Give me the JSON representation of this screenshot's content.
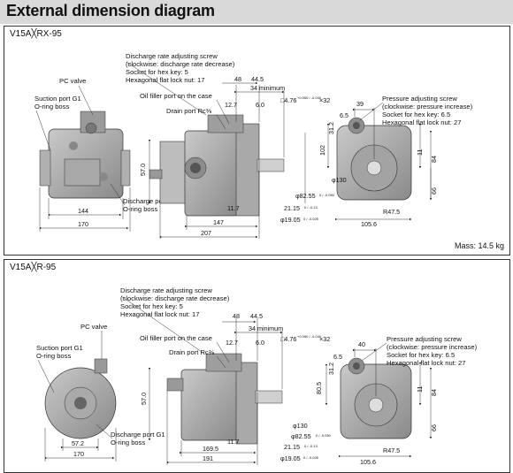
{
  "header": {
    "title": "External dimension diagram"
  },
  "panels": [
    {
      "model": "V15A╳RX-95",
      "mass": "Mass: 14.5 kg",
      "callouts": {
        "discharge_screw": [
          "Discharge rate adjusting screw",
          "(clockwise: discharge rate decrease)",
          "Socket for hex key: 5",
          "Hexagonal flat lock nut: 17"
        ],
        "pc_valve": "PC valve",
        "suction_port": [
          "Suction port G1",
          "O-ring boss"
        ],
        "oil_filler": "Oil filler port on the case",
        "drain_port": "Drain port Rc⅜",
        "discharge_port": [
          "Discharge port G1",
          "O-ring boss"
        ],
        "pressure_screw": [
          "Pressure adjusting screw",
          "(clockwise: pressure increase)",
          "Socket for hex key: 6.5",
          "Hexagonal flat lock nut: 27"
        ]
      },
      "dims": {
        "d48": "48",
        "d44_5": "44.5",
        "d34min": "34 minimum",
        "d12_7": "12.7",
        "d6_0": "6.0",
        "key": "□4.76",
        "key_tol": "+0.050 / -0.040",
        "key_len": "×32",
        "d57": "57.0",
        "d147": "147",
        "d11_7": "11.7",
        "d207": "207",
        "d82_55": "φ82.55",
        "d82_tol": "0 / -0.050",
        "d21_15": "21.15",
        "d21_tol": "0 / -0.13",
        "d19_05": "φ19.05",
        "d19_tol": "0 / -0.025",
        "d144": "144",
        "d170": "170",
        "d39": "39",
        "d6_5": "6.5",
        "d31_2": "31.2",
        "d102": "102",
        "d11": "11",
        "d11_tol": "+0.3 / 0",
        "d84": "84",
        "d66": "66",
        "d130": "φ130",
        "r47_5": "R47.5",
        "d105_6": "105.6"
      }
    },
    {
      "model": "V15A╳R-95",
      "callouts": {
        "discharge_screw": [
          "Discharge rate adjusting screw",
          "(clockwise: discharge rate decrease)",
          "Socket for hex key: 5",
          "Hexagonal flat lock nut: 17"
        ],
        "pc_valve": "PC valve",
        "suction_port": [
          "Suction port G1",
          "O-ring boss"
        ],
        "oil_filler": "Oil filler port on the case",
        "drain_port": "Drain port Rc⅜",
        "discharge_port": [
          "Discharge port G1",
          "O-ring boss"
        ],
        "pressure_screw": [
          "Pressure adjusting screw",
          "(clockwise: pressure increase)",
          "Socket for hex key: 6.5",
          "Hexagonal flat lock nut: 27"
        ]
      },
      "dims": {
        "d48": "48",
        "d44_5": "44.5",
        "d34min": "34 minimum",
        "d12_7": "12.7",
        "d6_0": "6.0",
        "key": "□4.76",
        "key_tol": "+0.050 / -0.040",
        "key_len": "×32",
        "d57": "57.0",
        "d169_5": "169.5",
        "d11_7": "11.7",
        "d191": "191",
        "d82_55": "φ82.55",
        "d82_tol": "0 / -0.050",
        "d21_15": "21.15",
        "d21_tol": "0 / -0.13",
        "d19_05": "φ19.05",
        "d19_tol": "0 / -0.025",
        "d57_2": "57.2",
        "d170": "170",
        "d40": "40",
        "d6_5": "6.5",
        "d31_2": "31.2",
        "d80_5": "80.5",
        "d11": "11",
        "d11_tol": "+0.3 / 0",
        "d84": "84",
        "d66": "66",
        "d130": "φ130",
        "r47_5": "R47.5",
        "d105_6": "105.6"
      }
    }
  ]
}
